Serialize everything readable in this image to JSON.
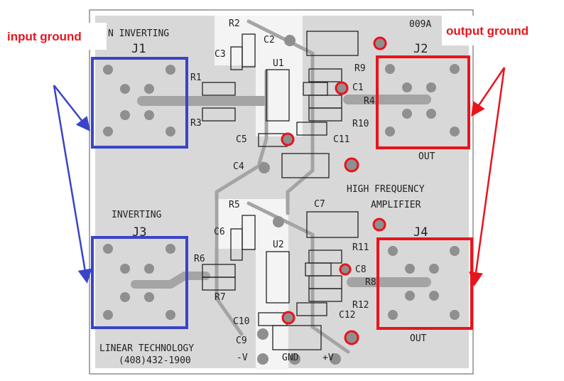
{
  "annotations": {
    "input_label": "input ground",
    "output_label": "output ground",
    "input_color": "#3a44c8",
    "output_color": "#e8141c"
  },
  "board": {
    "part_number": "009A",
    "top_title": "N INVERTING",
    "bottom_title": "INVERTING",
    "connectors": {
      "j1": "J1",
      "j2": "J2",
      "j3": "J3",
      "j4": "J4",
      "out_top": "OUT",
      "out_bottom": "OUT"
    },
    "heading": [
      "HIGH FREQUENCY",
      "AMPLIFIER"
    ],
    "maker": "LINEAR TECHNOLOGY",
    "phone": "(408)432-1900",
    "power": {
      "neg": "-V",
      "gnd": "GND",
      "pos": "+V"
    },
    "refs": {
      "R1": "R1",
      "R2": "R2",
      "R3": "R3",
      "R4": "R4",
      "R5": "R5",
      "R6": "R6",
      "R7": "R7",
      "R8": "R8",
      "R9": "R9",
      "R10": "R10",
      "R11": "R11",
      "R12": "R12",
      "C1": "C1",
      "C2": "C2",
      "C3": "C3",
      "C4": "C4",
      "C5": "C5",
      "C6": "C6",
      "C7": "C7",
      "C8": "C8",
      "C9": "C9",
      "C10": "C10",
      "C11": "C11",
      "C12": "C12",
      "U1": "U1",
      "U2": "U2"
    }
  }
}
